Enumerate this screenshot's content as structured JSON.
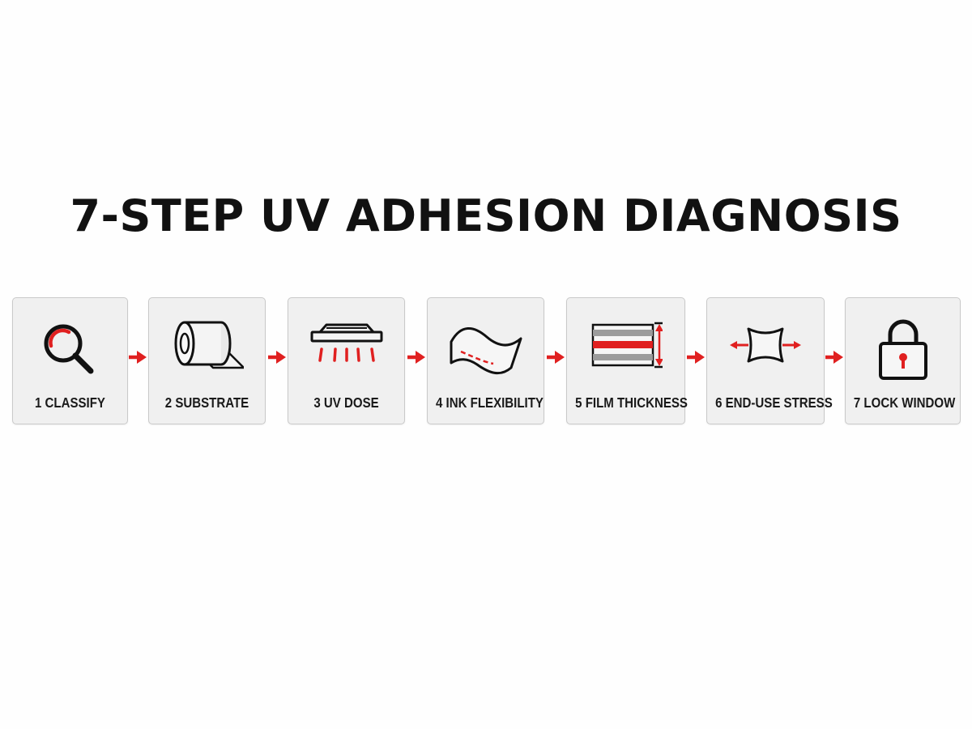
{
  "title": "7-STEP UV ADHESION DIAGNOSIS",
  "accent_color": "#e02020",
  "ink_color": "#111111",
  "steps": [
    {
      "label": "1 CLASSIFY",
      "icon": "magnifier-icon"
    },
    {
      "label": "2 SUBSTRATE",
      "icon": "film-roll-icon"
    },
    {
      "label": "3 UV DOSE",
      "icon": "uv-lamp-icon"
    },
    {
      "label": "4 INK FLEXIBILITY",
      "icon": "flexible-sheet-icon"
    },
    {
      "label": "5 FILM THICKNESS",
      "icon": "film-layers-icon"
    },
    {
      "label": "6 END-USE STRESS",
      "icon": "stretch-stress-icon"
    },
    {
      "label": "7 LOCK WINDOW",
      "icon": "padlock-icon"
    }
  ]
}
